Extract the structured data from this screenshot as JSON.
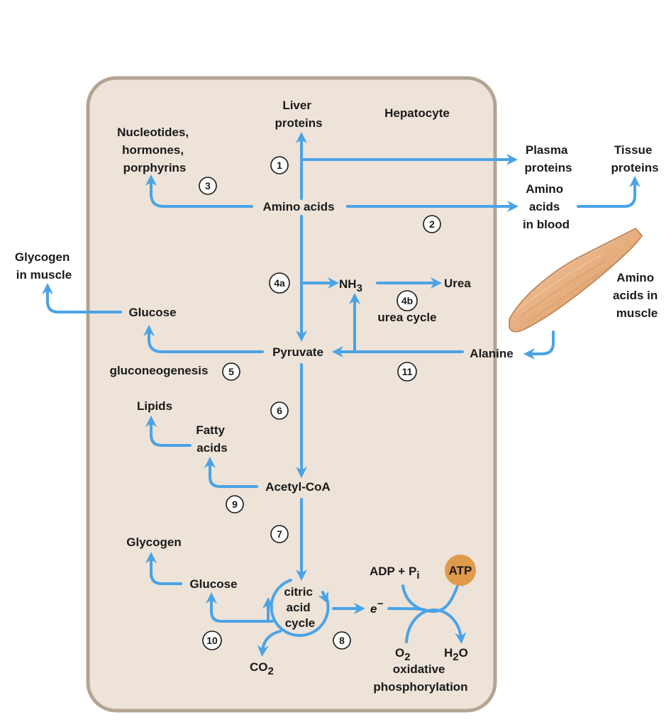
{
  "cell_label": "Hepatocyte",
  "nodes": {
    "liver_proteins": [
      "Liver",
      "proteins"
    ],
    "nucleotides": [
      "Nucleotides,",
      "hormones,",
      "porphyrins"
    ],
    "amino_acids": "Amino acids",
    "plasma_proteins": [
      "Plasma",
      "proteins"
    ],
    "tissue_proteins": [
      "Tissue",
      "proteins"
    ],
    "amino_acids_blood": [
      "Amino",
      "acids",
      "in blood"
    ],
    "glycogen_muscle": [
      "Glycogen",
      "in muscle"
    ],
    "amino_acids_muscle": [
      "Amino",
      "acids in",
      "muscle"
    ],
    "nh3": "NH",
    "nh3_sub": "3",
    "urea": "Urea",
    "urea_cycle": "urea cycle",
    "glucose_top": "Glucose",
    "pyruvate": "Pyruvate",
    "alanine": "Alanine",
    "gluconeogenesis": "gluconeogenesis",
    "lipids": "Lipids",
    "fatty_acids": [
      "Fatty",
      "acids"
    ],
    "acetyl_coa": "Acetyl-CoA",
    "glycogen": "Glycogen",
    "glucose_bottom": "Glucose",
    "citric_acid_cycle": [
      "citric",
      "acid",
      "cycle"
    ],
    "adp_pi": "ADP + P",
    "adp_pi_sub": "i",
    "atp": "ATP",
    "electron": "e",
    "electron_sup": "−",
    "o2": "O",
    "o2_sub": "2",
    "h2o": "H",
    "h2o_sub": "2",
    "h2o_tail": "O",
    "co2": "CO",
    "co2_sub": "2",
    "oxidative_phosphorylation": [
      "oxidative",
      "phosphorylation"
    ]
  },
  "step_numbers": {
    "s1": "1",
    "s2": "2",
    "s3": "3",
    "s4a": "4a",
    "s4b": "4b",
    "s5": "5",
    "s6": "6",
    "s7": "7",
    "s8": "8",
    "s9": "9",
    "s10": "10",
    "s11": "11"
  },
  "colors": {
    "cell_fill": "#ede3d8",
    "cell_border": "#b3a493",
    "arrow": "#4aa3e6",
    "atp_fill": "#e09a4b"
  }
}
